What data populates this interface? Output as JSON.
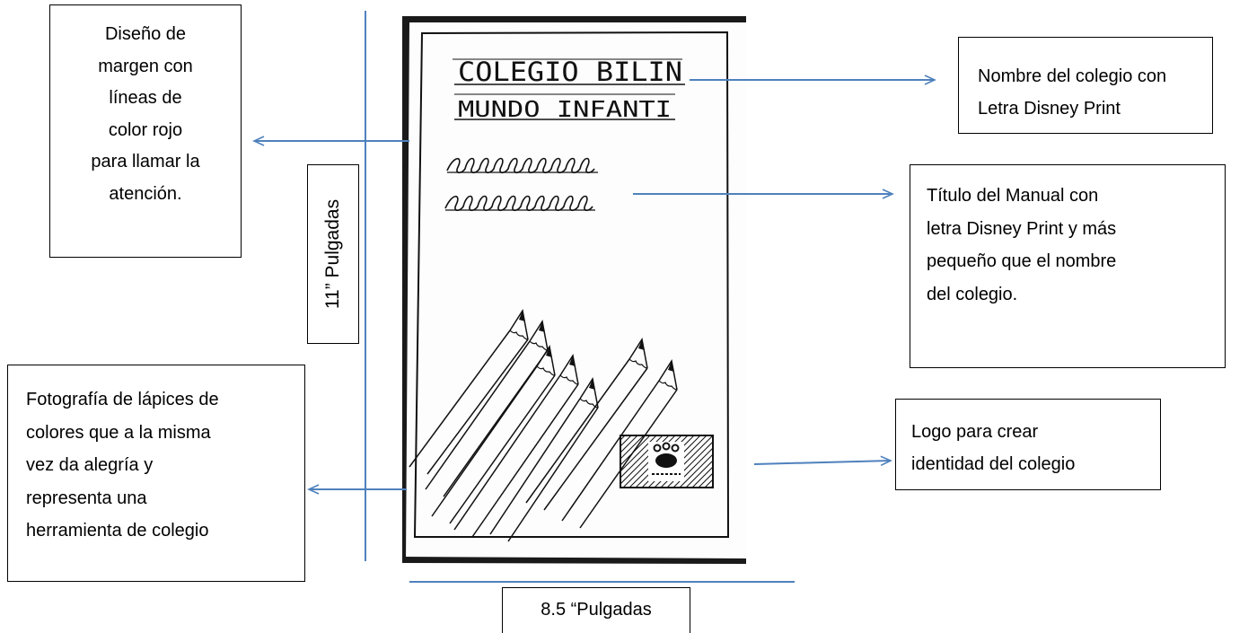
{
  "callouts": {
    "margin_design": [
      "Diseño de",
      "margen con",
      "líneas de",
      "color rojo",
      "para llamar la",
      "atención."
    ],
    "school_name": [
      "Nombre del colegio con",
      "Letra Disney Print"
    ],
    "manual_title": [
      "Título del Manual con",
      "letra Disney Print y más",
      "pequeño que el nombre",
      "del colegio."
    ],
    "pencils_photo": [
      "Fotografía de lápices de",
      "colores que a la misma",
      "vez da alegría y",
      "representa una",
      "herramienta de colegio"
    ],
    "logo": [
      "Logo para crear",
      "identidad del colegio"
    ]
  },
  "dimensions": {
    "height_label": "11” Pulgadas",
    "width_label": "8.5 “Pulgadas"
  },
  "sketch": {
    "school_name_line1": "COLEGIO BILIN",
    "school_name_line2": "MUNDO INFANTI"
  },
  "colors": {
    "arrow": "#4f81bd",
    "ink": "#111111",
    "paper": "#fdfdfd"
  }
}
